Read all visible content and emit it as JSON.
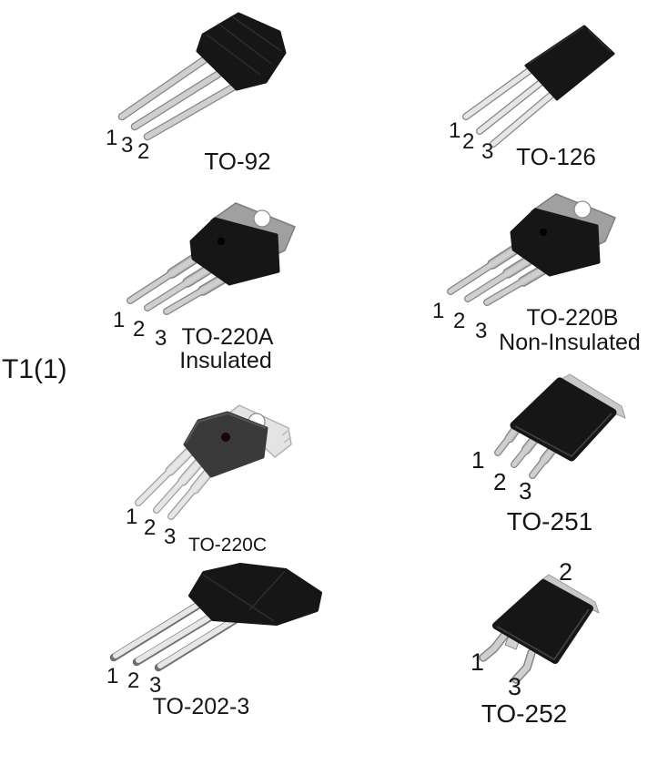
{
  "figure": {
    "side_label": "T1(1)"
  },
  "packages": [
    {
      "name": "TO-92",
      "pins": [
        "1",
        "3",
        "2"
      ]
    },
    {
      "name": "TO-126",
      "pins": [
        "1",
        "2",
        "3"
      ]
    },
    {
      "name": "TO-220A",
      "subtitle": "Insulated",
      "pins": [
        "1",
        "2",
        "3"
      ]
    },
    {
      "name": "TO-220B",
      "subtitle": "Non-Insulated",
      "pins": [
        "1",
        "2",
        "3"
      ]
    },
    {
      "name": "TO-220C",
      "pins": [
        "1",
        "2",
        "3"
      ]
    },
    {
      "name": "TO-251",
      "pins": [
        "1",
        "2",
        "3"
      ]
    },
    {
      "name": "TO-202-3",
      "pins": [
        "1",
        "2",
        "3"
      ]
    },
    {
      "name": "TO-252",
      "pins": [
        "1",
        "2",
        "3"
      ]
    }
  ],
  "colors": {
    "background": "#ffffff",
    "body_black": "#161616",
    "body_gray": "#3a3a3a",
    "tab_gray": "#a0a0a0",
    "tab_light": "#e4e4e4",
    "lead_silver": "#cfcfcf",
    "lead_white": "#e6e6e6",
    "text": "#161616"
  }
}
